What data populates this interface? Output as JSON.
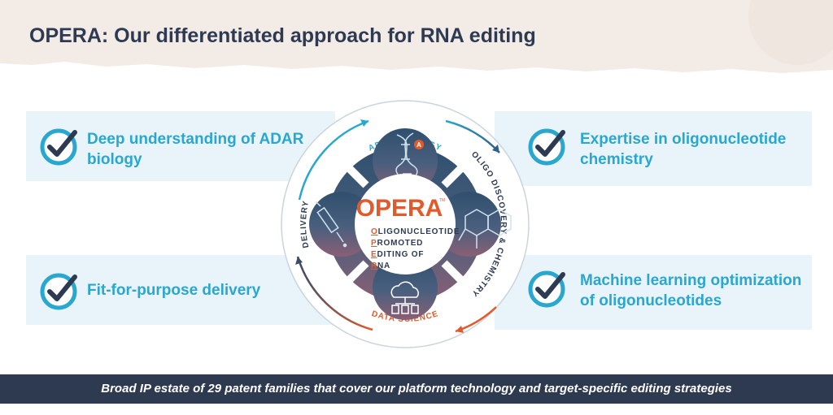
{
  "title": "OPERA: Our differentiated approach for RNA editing",
  "features": [
    {
      "line1": "Deep understanding of ADAR",
      "line2": "biology"
    },
    {
      "line1": "Expertise in oligonucleotide",
      "line2": "chemistry"
    },
    {
      "line1": "Fit-for-purpose delivery",
      "line2": ""
    },
    {
      "line1": "Machine learning optimization",
      "line2": "of oligonucleotides"
    }
  ],
  "diagram": {
    "logo": "OPERA",
    "trademark": "TM",
    "acronym": [
      {
        "initial": "O",
        "rest": "LIGONUCLEOTIDE"
      },
      {
        "initial": "P",
        "rest": "ROMOTED"
      },
      {
        "initial": "E",
        "rest": "DITING OF"
      },
      {
        "initial": "R",
        "rest": "NA"
      }
    ],
    "ring_labels": {
      "top": "ADAR BIOLOGY",
      "right": "OLIGO DISCOVERY & CHEMISTRY",
      "bottom": "DATA SCIENCE",
      "left": "DELIVERY"
    },
    "adar_marker": "A"
  },
  "footer": "Broad IP estate of 29 patent families that cover our platform technology and target-specific editing strategies",
  "colors": {
    "title": "#2d3a52",
    "accent_blue": "#2aa7cf",
    "accent_orange": "#e25a2b",
    "panel": "#e8f4fa",
    "footer": "#2e3a50"
  }
}
